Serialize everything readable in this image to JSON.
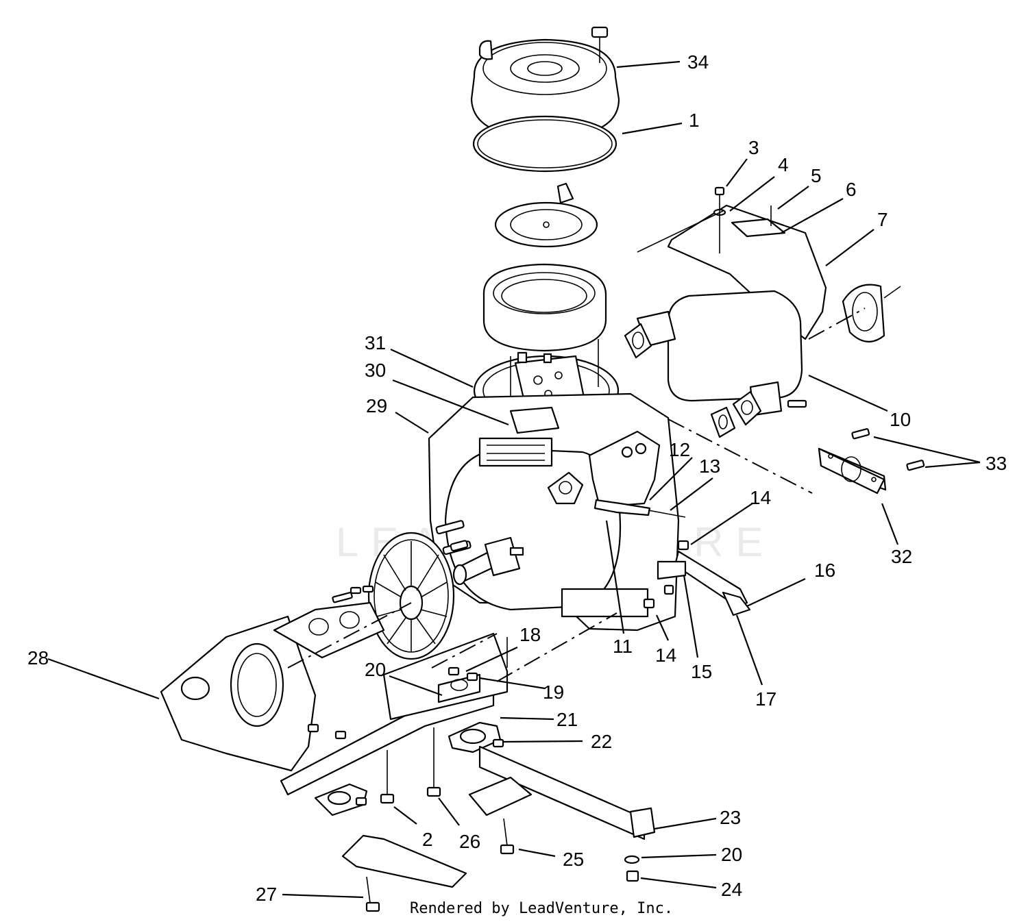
{
  "watermark": "LEADVENTURE",
  "footer": "Rendered by LeadVenture, Inc.",
  "callouts": [
    {
      "id": "34",
      "label": "34"
    },
    {
      "id": "1",
      "label": "1"
    },
    {
      "id": "3",
      "label": "3"
    },
    {
      "id": "4",
      "label": "4"
    },
    {
      "id": "5",
      "label": "5"
    },
    {
      "id": "6",
      "label": "6"
    },
    {
      "id": "7",
      "label": "7"
    },
    {
      "id": "31",
      "label": "31"
    },
    {
      "id": "30",
      "label": "30"
    },
    {
      "id": "29",
      "label": "29"
    },
    {
      "id": "10",
      "label": "10"
    },
    {
      "id": "12",
      "label": "12"
    },
    {
      "id": "13",
      "label": "13"
    },
    {
      "id": "33",
      "label": "33"
    },
    {
      "id": "14a",
      "label": "14"
    },
    {
      "id": "32",
      "label": "32"
    },
    {
      "id": "16",
      "label": "16"
    },
    {
      "id": "11",
      "label": "11"
    },
    {
      "id": "14b",
      "label": "14"
    },
    {
      "id": "15",
      "label": "15"
    },
    {
      "id": "17",
      "label": "17"
    },
    {
      "id": "18",
      "label": "18"
    },
    {
      "id": "28",
      "label": "28"
    },
    {
      "id": "20a",
      "label": "20"
    },
    {
      "id": "19",
      "label": "19"
    },
    {
      "id": "21",
      "label": "21"
    },
    {
      "id": "22",
      "label": "22"
    },
    {
      "id": "23",
      "label": "23"
    },
    {
      "id": "2",
      "label": "2"
    },
    {
      "id": "26",
      "label": "26"
    },
    {
      "id": "25",
      "label": "25"
    },
    {
      "id": "20b",
      "label": "20"
    },
    {
      "id": "24",
      "label": "24"
    },
    {
      "id": "27",
      "label": "27"
    }
  ]
}
